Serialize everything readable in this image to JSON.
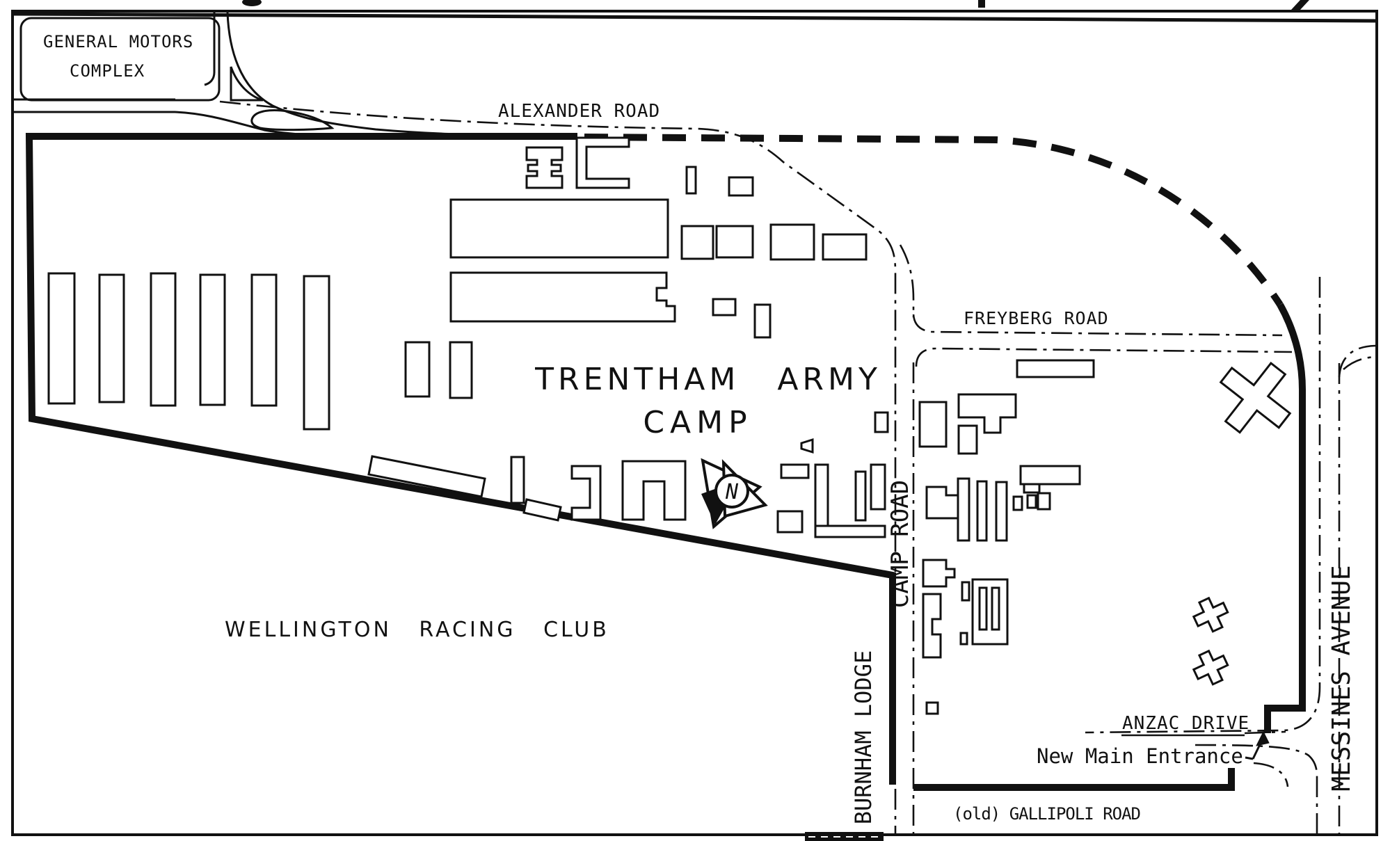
{
  "map": {
    "region_labels": {
      "general_motors_line1": "GENERAL MOTORS",
      "general_motors_line2": "COMPLEX",
      "camp_title_line1": "TRENTHAM ARMY",
      "camp_title_line2": "CAMP",
      "racing_club": "WELLINGTON RACING CLUB"
    },
    "road_labels": {
      "alexander": "ALEXANDER ROAD",
      "freyberg": "FREYBERG ROAD",
      "camp_road": "CAMP ROAD",
      "burnham_lodge": "BURNHAM LODGE",
      "messines": "MESSINES AVENUE",
      "anzac": "ANZAC DRIVE",
      "gallipoli": "(old) GALLIPOLI ROAD"
    },
    "annotations": {
      "new_main_entrance": "New Main Entrance",
      "north_symbol": "N"
    },
    "colors": {
      "ink": "#111111",
      "paper": "#ffffff"
    }
  }
}
